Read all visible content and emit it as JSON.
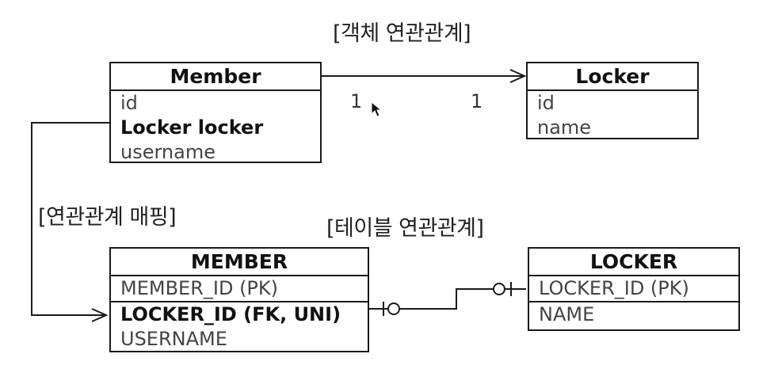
{
  "labels": {
    "object_relation": "[객체 연관관계]",
    "relation_mapping": "[연관관계 매핑]",
    "table_relation": "[테이블 연관관계]"
  },
  "member_class": {
    "title": "Member",
    "fields": [
      "id",
      "Locker locker",
      "username"
    ]
  },
  "locker_class": {
    "title": "Locker",
    "fields": [
      "id",
      "name"
    ]
  },
  "member_table": {
    "title": "MEMBER",
    "columns": [
      "MEMBER_ID (PK)",
      "LOCKER_ID (FK, UNI)",
      "USERNAME"
    ]
  },
  "locker_table": {
    "title": "LOCKER",
    "columns": [
      "LOCKER_ID (PK)",
      "NAME"
    ]
  },
  "multiplicity": {
    "member_side": "1",
    "locker_side": "1"
  },
  "colors": {
    "line": "#1a1a1a",
    "label_text": "#222222"
  }
}
